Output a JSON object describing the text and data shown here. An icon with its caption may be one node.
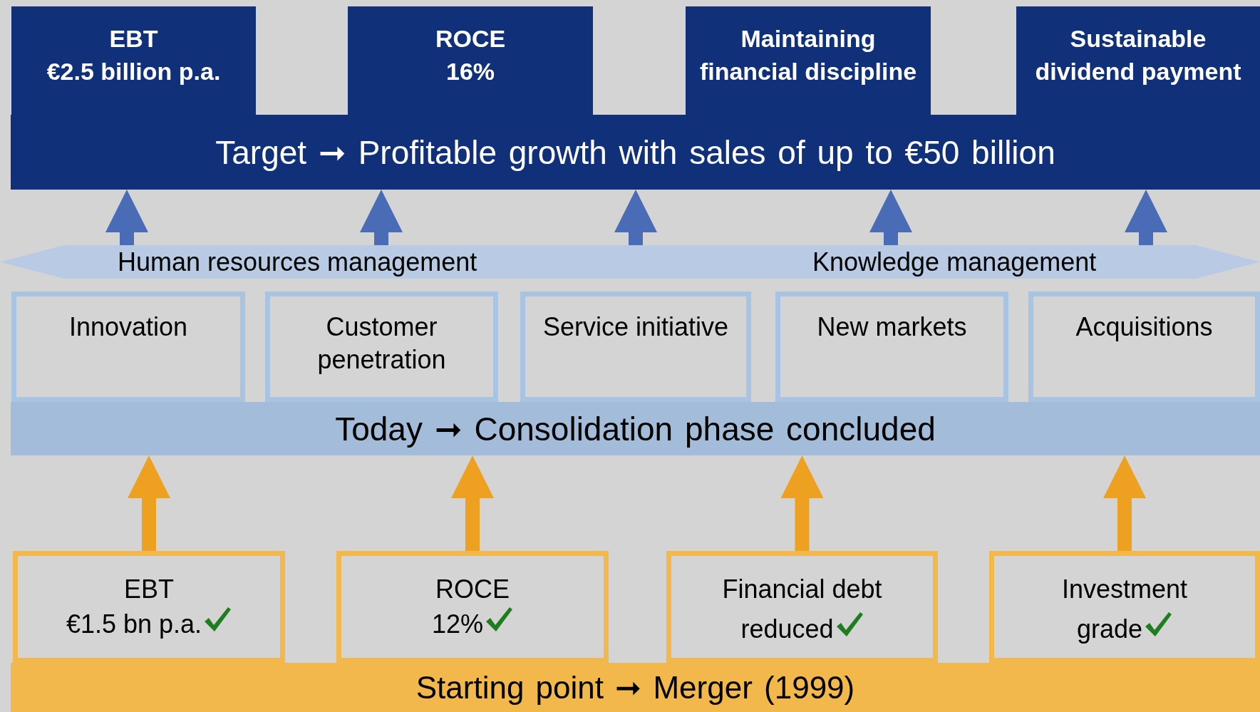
{
  "diagram": {
    "nodes": [
      {
        "text": [
          "EBT",
          "€2.5 billion p.a."
        ]
      },
      {
        "text": [
          "ROCE",
          "16%"
        ]
      },
      {
        "text": [
          "Maintaining financial discipline"
        ]
      },
      {
        "text": [
          "Sustainable dividend payment"
        ]
      },
      {
        "text": [
          "Target ➞ Profitable growth with sales of up to €50 billion"
        ]
      },
      {
        "text": [
          "Human resources management",
          "Knowledge management"
        ]
      },
      {
        "text": [
          "Innovation"
        ]
      },
      {
        "text": [
          "Customer penetration"
        ]
      },
      {
        "text": [
          "Service initiative"
        ]
      },
      {
        "text": [
          "New markets"
        ]
      },
      {
        "text": [
          "Acquisitions"
        ]
      },
      {
        "text": [
          "Today ➞ Consolidation phase concluded"
        ]
      },
      {
        "text": [
          "EBT",
          "€1.5 bn p.a."
        ]
      },
      {
        "text": [
          "ROCE",
          "12%"
        ]
      },
      {
        "text": [
          "Financial debt reduced"
        ]
      },
      {
        "text": [
          "Investment grade"
        ]
      },
      {
        "text": [
          "Starting point ➞ Merger (1999)"
        ]
      }
    ],
    "edges": [
      {
        "from": 5,
        "to": 4,
        "arrow": "to"
      },
      {
        "from": 5,
        "to": 4,
        "arrow": "to"
      },
      {
        "from": 5,
        "to": 4,
        "arrow": "to"
      },
      {
        "from": 5,
        "to": 4,
        "arrow": "to"
      },
      {
        "from": 5,
        "to": 4,
        "arrow": "to"
      },
      {
        "from": 12,
        "to": 11,
        "arrow": "to",
        "color": "#eea021"
      },
      {
        "from": 13,
        "to": 11,
        "arrow": "to",
        "color": "#eea021"
      },
      {
        "from": 14,
        "to": 11,
        "arrow": "to",
        "color": "#eea021"
      },
      {
        "from": 15,
        "to": 11,
        "arrow": "to",
        "color": "#eea021"
      }
    ]
  }
}
